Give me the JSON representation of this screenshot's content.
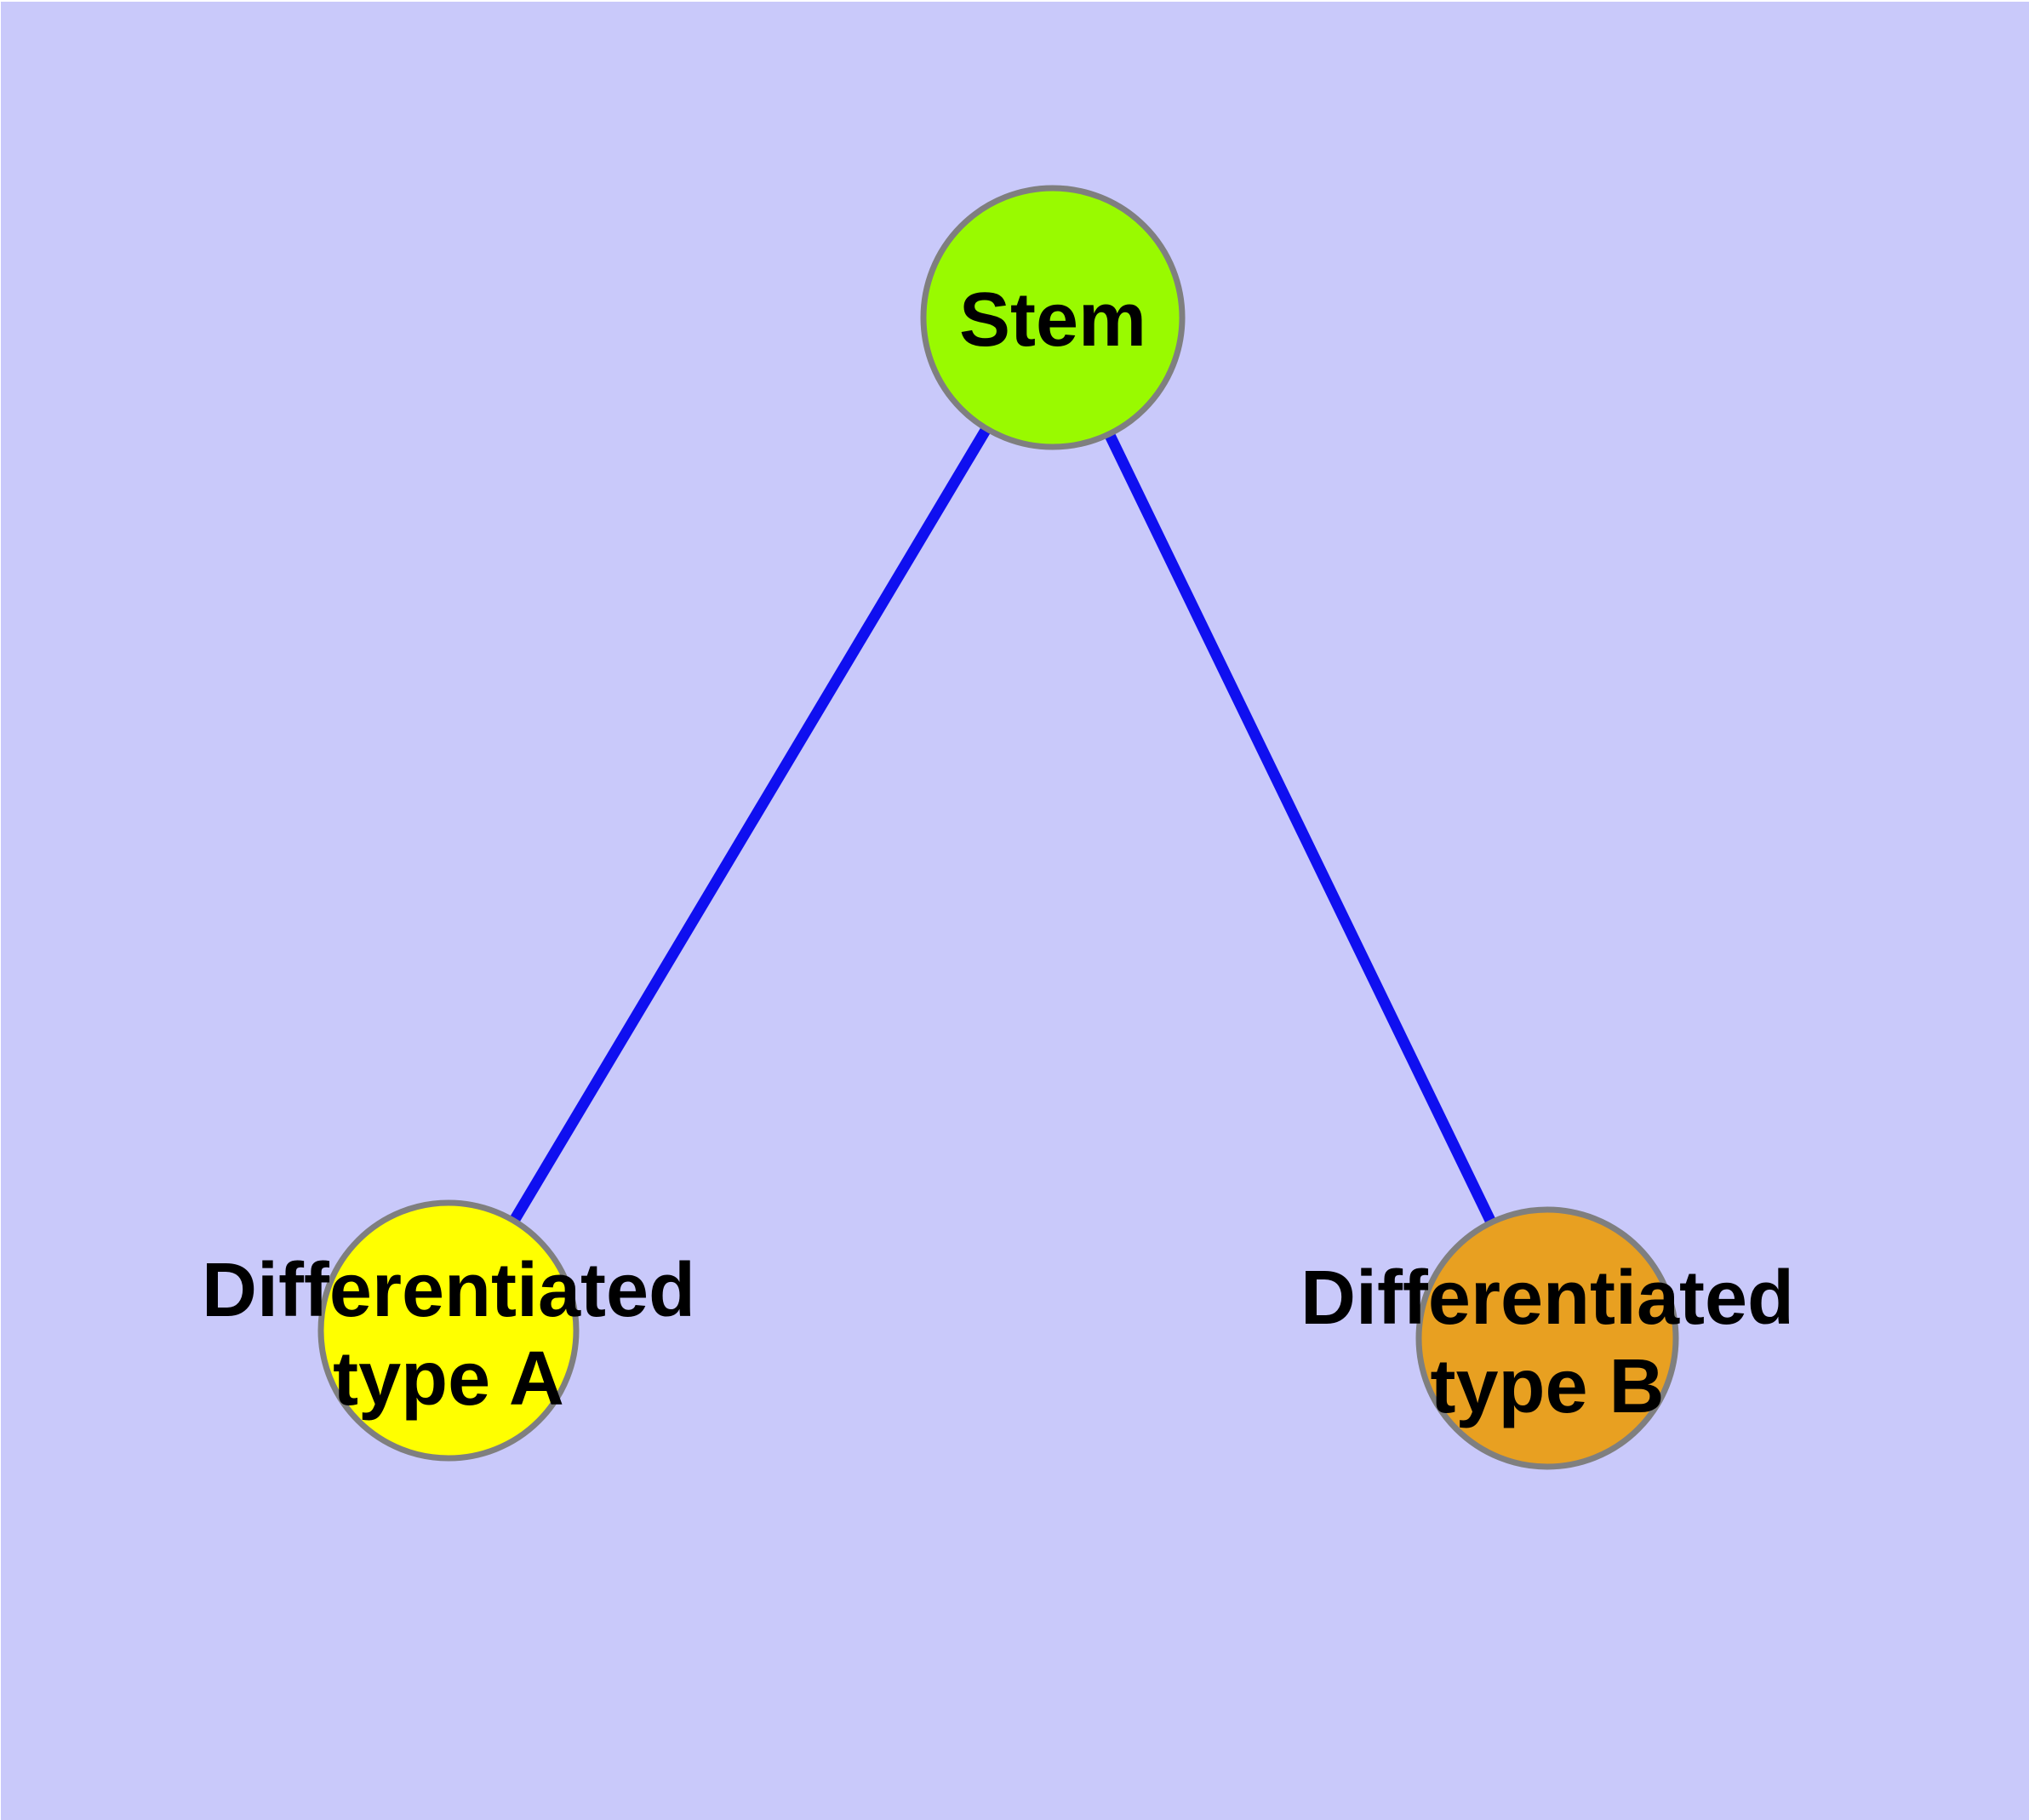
{
  "diagram": {
    "background_color": "#C9C9FA",
    "page_margin_color": "#FFFFFF",
    "edge_color": "#0F0FF0",
    "node_border_color": "#7F7F7F",
    "label_color": "#000000",
    "nodes": [
      {
        "id": "stem",
        "label": "Stem",
        "fill": "#99FA00"
      },
      {
        "id": "differentiated-type-a",
        "label_line1": "Differentiated",
        "label_line2": "type A",
        "fill": "#FFFF00"
      },
      {
        "id": "differentiated-type-b",
        "label_line1": "Differentiated",
        "label_line2": "type B",
        "fill": "#E8A021"
      }
    ],
    "edges": [
      {
        "from": "stem",
        "to": "differentiated-type-a"
      },
      {
        "from": "stem",
        "to": "differentiated-type-b"
      }
    ]
  }
}
